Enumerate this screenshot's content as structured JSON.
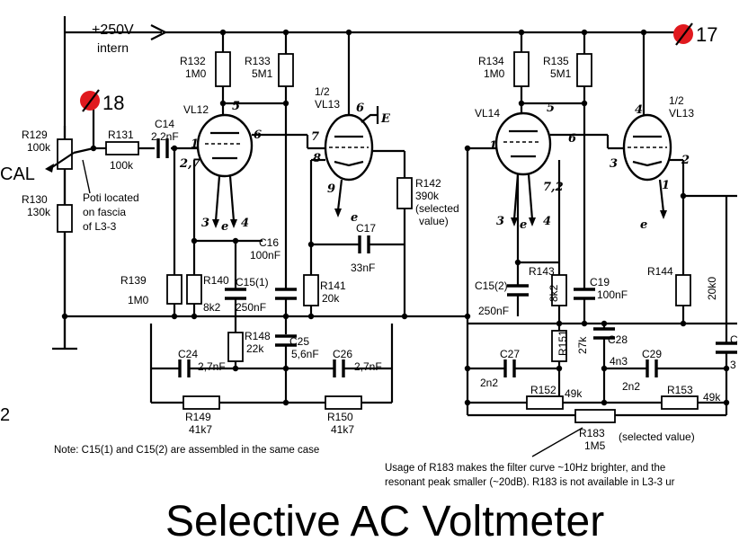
{
  "title": "Selective AC Voltmeter",
  "supply": {
    "label": "+250V",
    "sub": "intern"
  },
  "testpoints": {
    "tp17": "17",
    "tp18": "18"
  },
  "cal_label": "CAL",
  "left_fragment": "2",
  "right_fragment_c": "C",
  "right_fragment_3": "3",
  "tubes": {
    "vl12": "VL12",
    "vl13a_half": "1/2",
    "vl13a": "VL13",
    "vl14": "VL14",
    "vl13b_half": "1/2",
    "vl13b": "VL13"
  },
  "components": {
    "r129": [
      "R129",
      "100k"
    ],
    "r130": [
      "R130",
      "130k"
    ],
    "r131": [
      "R131",
      "100k"
    ],
    "c14": [
      "C14",
      "2,2nF"
    ],
    "r132": [
      "R132",
      "1M0"
    ],
    "r133": [
      "R133",
      "5M1"
    ],
    "r134": [
      "R134",
      "1M0"
    ],
    "r135": [
      "R135",
      "5M1"
    ],
    "r139": [
      "R139",
      "1M0"
    ],
    "r140": [
      "R140",
      "8k2"
    ],
    "c15_1": [
      "C15(1)",
      "250nF"
    ],
    "c16": [
      "C16",
      "100nF"
    ],
    "r141": [
      "R141",
      "20k"
    ],
    "c17": [
      "C17",
      "33nF"
    ],
    "r142": [
      "R142",
      "390k",
      "(selected",
      "value)"
    ],
    "r148": [
      "R148",
      "22k"
    ],
    "c24": [
      "C24",
      "2,7nF"
    ],
    "c25": [
      "C25",
      "5,6nF"
    ],
    "c26": [
      "C26",
      "2,7nF"
    ],
    "r149": [
      "R149",
      "41k7"
    ],
    "r150": [
      "R150",
      "41k7"
    ],
    "c15_2": [
      "C15(2)",
      "250nF"
    ],
    "r143": [
      "R143",
      "8k2"
    ],
    "c19": [
      "C19",
      "100nF"
    ],
    "r144": [
      "R144",
      "20k0"
    ],
    "r151": [
      "R151",
      "27k"
    ],
    "c28": [
      "C28",
      "4n3"
    ],
    "c27": [
      "C27",
      "2n2"
    ],
    "c29": [
      "C29",
      "2n2"
    ],
    "r152": [
      "R152",
      "49k"
    ],
    "r153": [
      "R153",
      "49k"
    ],
    "r183": [
      "R183",
      "1M5",
      "(selected value)"
    ]
  },
  "pins": {
    "vl12_5": "5",
    "vl12_6": "6",
    "vl12_1": "1",
    "vl12_27": "2,7",
    "vl12_3": "3",
    "vl12_e": "e",
    "vl12_4": "4",
    "vl13a_6": "6",
    "vl13a_7": "7",
    "vl13a_8": "8",
    "vl13a_9": "9",
    "vl13a_e": "e",
    "vl13a_E": "E",
    "vl14_5": "5",
    "vl14_6": "6",
    "vl14_1": "1",
    "vl14_72": "7,2",
    "vl14_3": "3",
    "vl14_e": "e",
    "vl14_4": "4",
    "vl13b_4": "4",
    "vl13b_3": "3",
    "vl13b_2": "2",
    "vl13b_1": "1",
    "vl13b_e": "e"
  },
  "notes": {
    "poti": [
      "Poti located",
      "on fascia",
      "of L3-3"
    ],
    "c15": "Note: C15(1) and C15(2) are assembled in the same case",
    "r183": [
      "Usage of R183 makes the filter curve ~10Hz brighter, and the",
      "resonant peak smaller (~20dB). R183 is not available in L3-3 ur"
    ]
  },
  "colors": {
    "testpoint": "#e0191e",
    "ink": "#000000"
  }
}
